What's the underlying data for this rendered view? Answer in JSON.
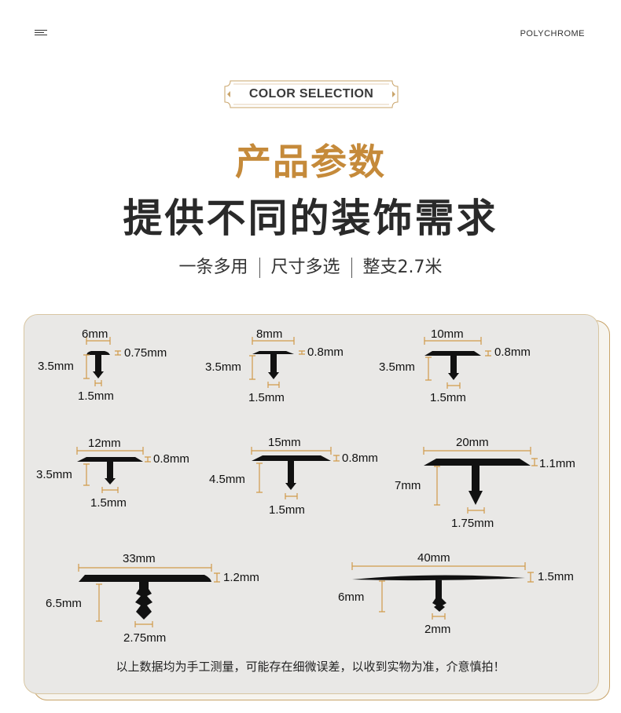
{
  "header": {
    "brand": "POLYCHROME",
    "menu_icon": "hamburger-icon"
  },
  "badge": {
    "label": "COLOR SELECTION"
  },
  "title": {
    "line1": "产品参数",
    "line2": "提供不同的装饰需求"
  },
  "features": [
    "一条多用",
    "尺寸多选",
    "整支2.7米"
  ],
  "colors": {
    "accent": "#c58a3a",
    "dimension_line": "#d19a4a",
    "profile": "#111111",
    "panel": "#e9e8e6"
  },
  "profiles": [
    {
      "width": "6mm",
      "thickness": "0.75mm",
      "height": "3.5mm",
      "stem": "1.5mm"
    },
    {
      "width": "8mm",
      "thickness": "0.8mm",
      "height": "3.5mm",
      "stem": "1.5mm"
    },
    {
      "width": "10mm",
      "thickness": "0.8mm",
      "height": "3.5mm",
      "stem": "1.5mm"
    },
    {
      "width": "12mm",
      "thickness": "0.8mm",
      "height": "3.5mm",
      "stem": "1.5mm"
    },
    {
      "width": "15mm",
      "thickness": "0.8mm",
      "height": "4.5mm",
      "stem": "1.5mm"
    },
    {
      "width": "20mm",
      "thickness": "1.1mm",
      "height": "7mm",
      "stem": "1.75mm"
    },
    {
      "width": "33mm",
      "thickness": "1.2mm",
      "height": "6.5mm",
      "stem": "2.75mm"
    },
    {
      "width": "40mm",
      "thickness": "1.5mm",
      "height": "6mm",
      "stem": "2mm"
    }
  ],
  "footnote": "以上数据均为手工测量，可能存在细微误差，以收到实物为准，介意慎拍！"
}
